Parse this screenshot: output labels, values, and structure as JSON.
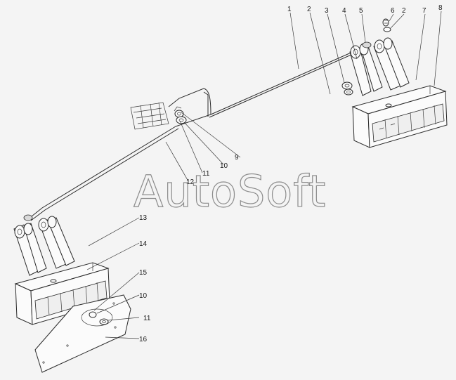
{
  "callouts": {
    "c1": "1",
    "c2": "2",
    "c3": "3",
    "c4": "4",
    "c5": "5",
    "c6": "6",
    "c2b": "2",
    "c7": "7",
    "c8": "8",
    "c9": "9",
    "c10": "10",
    "c11": "11",
    "c12": "12",
    "c13": "13",
    "c14": "14",
    "c15": "15",
    "c10b": "10",
    "c11b": "11",
    "c16": "16"
  },
  "watermark": "AutoSoft",
  "colors": {
    "line": "#2a2a2a",
    "background": "#f4f4f4",
    "watermark": "#8c8c8c"
  }
}
